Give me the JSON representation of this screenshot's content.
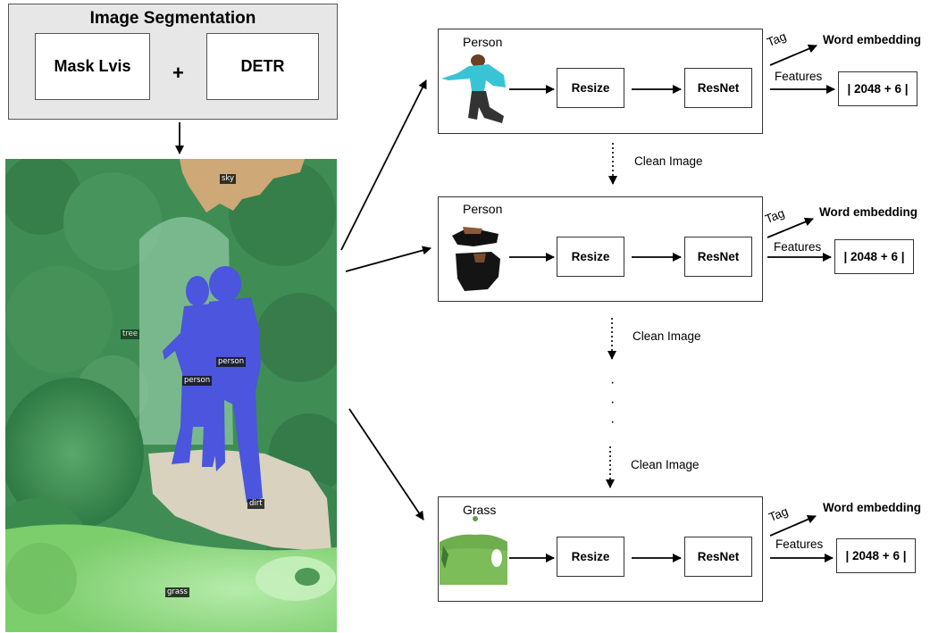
{
  "segmentation": {
    "title": "Image Segmentation",
    "method_a": "Mask Lvis",
    "plus": "+",
    "method_b": "DETR"
  },
  "scene_labels": {
    "sky": "sky",
    "tree": "tree",
    "person_1": "person",
    "person_2": "person",
    "dirt": "dirt",
    "grass": "grass"
  },
  "colors": {
    "tree_mask": "#3f8d55",
    "sky_mask": "#cfa877",
    "person_mask": "#4b55dd",
    "dirt_mask": "#d9d2bf",
    "grass_mask": "#8fd87f"
  },
  "panels": [
    {
      "label": "Person",
      "resize": "Resize",
      "resnet": "ResNet",
      "tag": "Tag",
      "features": "Features",
      "embedding": "Word embedding",
      "vector": "| 2048 + 6 |"
    },
    {
      "label": "Person",
      "resize": "Resize",
      "resnet": "ResNet",
      "tag": "Tag",
      "features": "Features",
      "embedding": "Word embedding",
      "vector": "| 2048 + 6 |"
    },
    {
      "label": "Grass",
      "resize": "Resize",
      "resnet": "ResNet",
      "tag": "Tag",
      "features": "Features",
      "embedding": "Word embedding",
      "vector": "| 2048 + 6 |"
    }
  ],
  "clean_labels": [
    "Clean Image",
    "Clean Image",
    "Clean Image"
  ],
  "ellipsis": "·\n·\n·"
}
